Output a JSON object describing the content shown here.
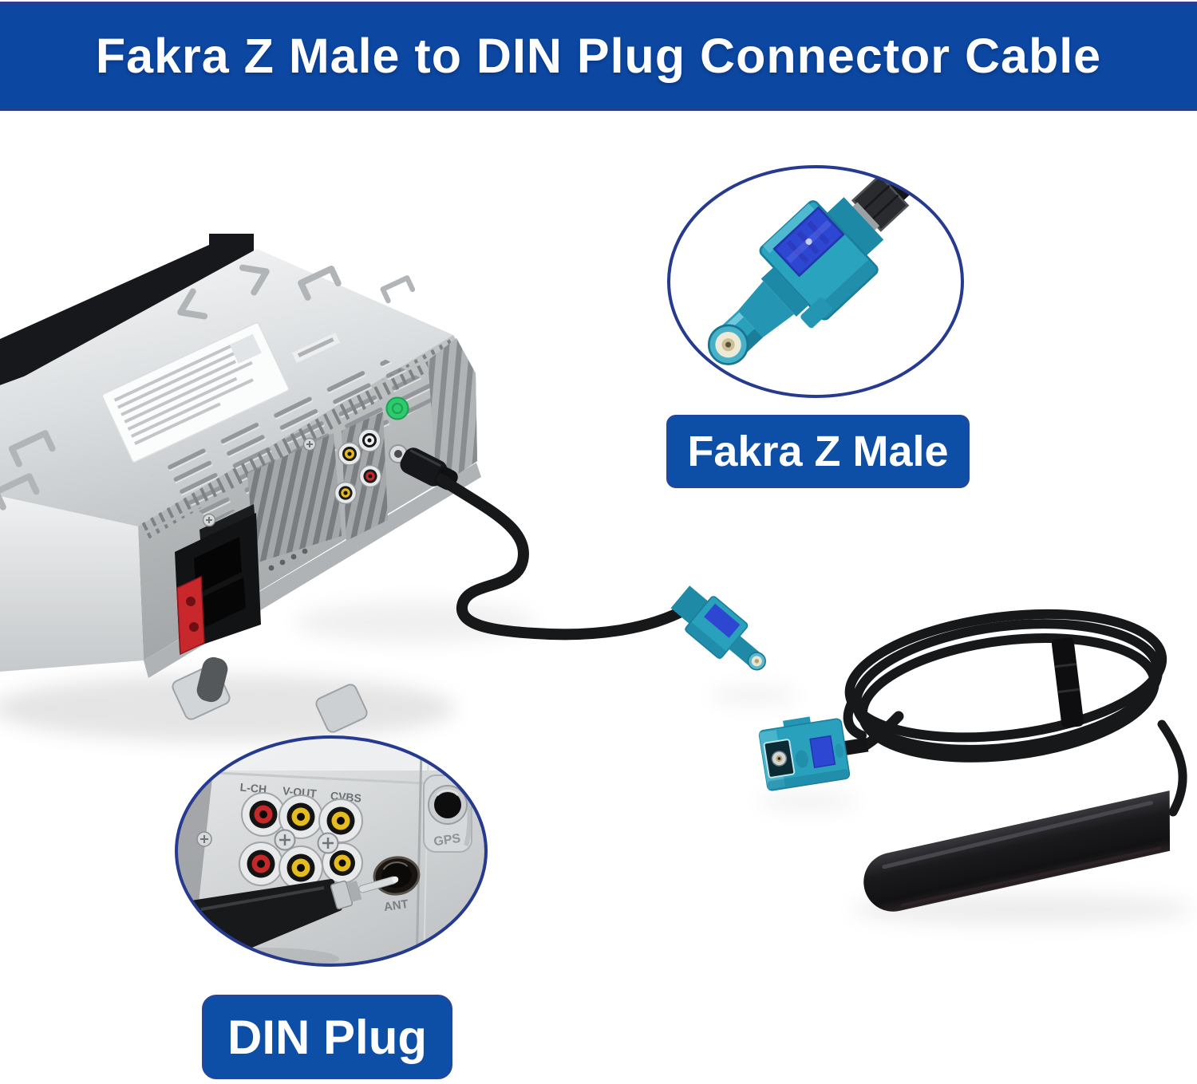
{
  "banner": {
    "text": "Fakra Z Male to DIN Plug Connector Cable"
  },
  "callouts": {
    "fakra": {
      "label": "Fakra Z Male"
    },
    "din": {
      "label": "DIN Plug",
      "panel": {
        "gps_label": "GPS",
        "ant_label": "ANT",
        "jack_labels": [
          "L-CH",
          "V-OUT",
          "CVBS"
        ]
      }
    }
  },
  "objects": {
    "stereo": "car stereo head unit rear view",
    "adapter_cable": "DIN plug to Fakra Z male adapter cable",
    "fakra_male": "Fakra Z male connector",
    "fakra_female": "Fakra Z female connector",
    "coiled_cable": "coiled antenna cable",
    "antenna": "patch antenna"
  },
  "colors": {
    "banner_blue": "#0c47a2",
    "label_blue": "#0d4ea6",
    "circle_border_blue": "#263b8f",
    "fakra_teal": "#29a0bc",
    "fakra_key_blue": "#2e47d2",
    "cable_black": "#17181a",
    "rca_yellow": "#e5bb1e",
    "rca_red": "#c6282a",
    "indicator_green": "#2fc96e"
  }
}
